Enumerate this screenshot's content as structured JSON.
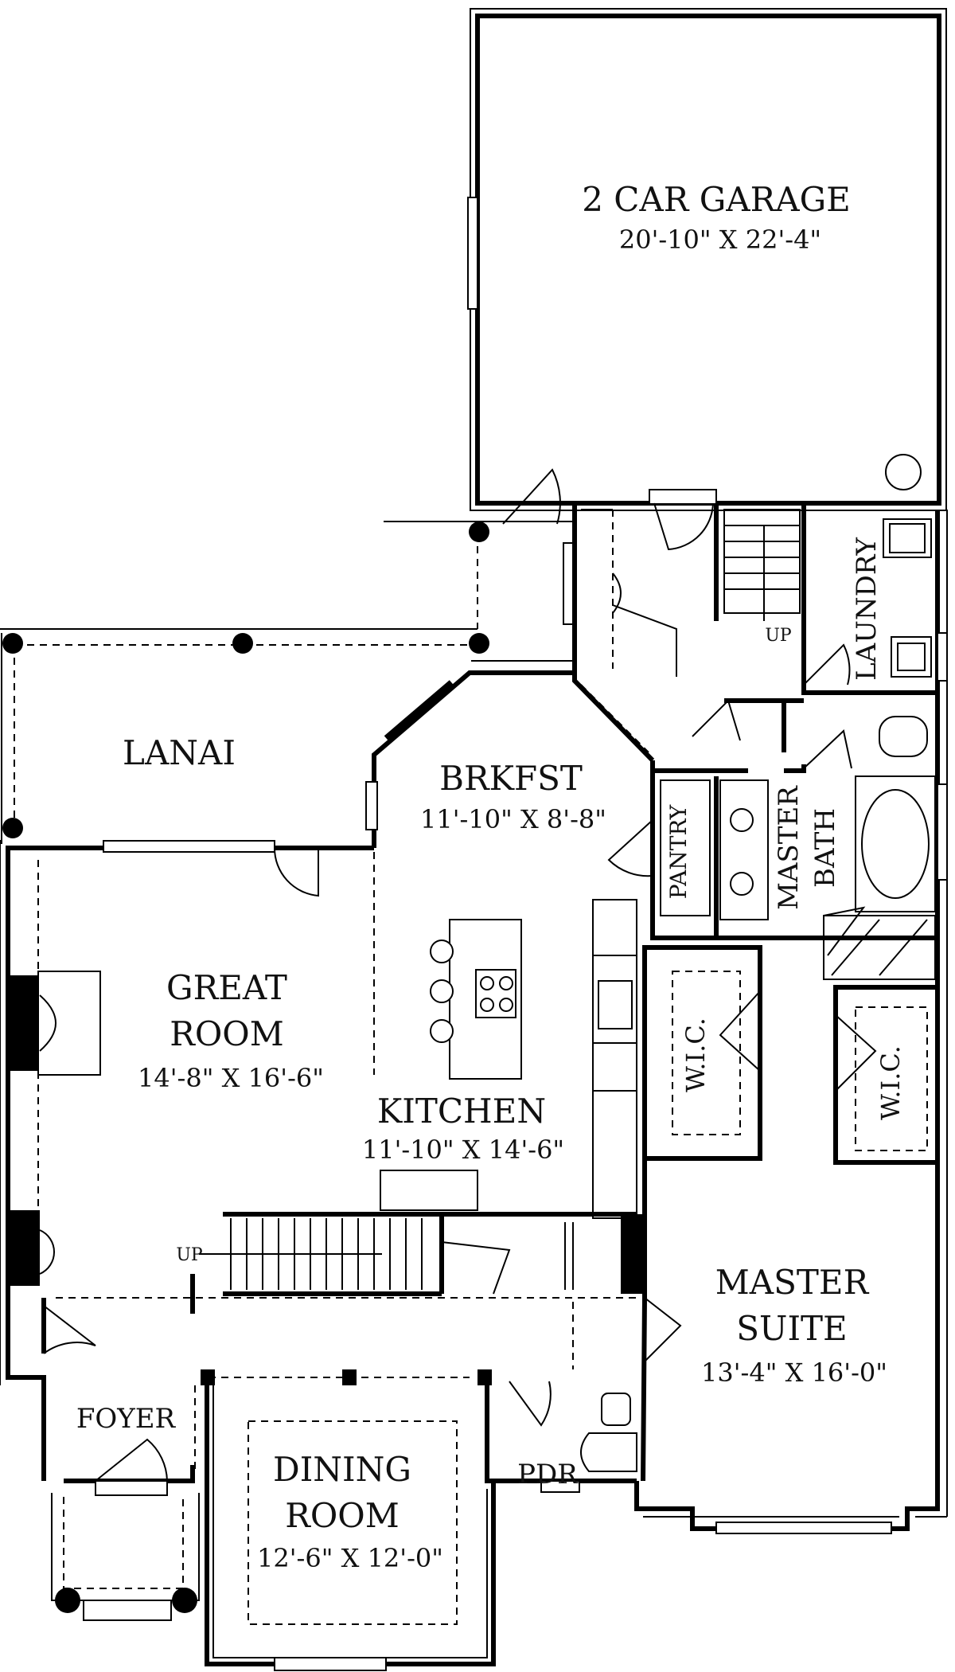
{
  "plan": {
    "rooms": {
      "garage": {
        "name": "2 CAR GARAGE",
        "dim": "20'-10\" X 22'-4\""
      },
      "lanai": {
        "name": "LANAI"
      },
      "brkfst": {
        "name": "BRKFST",
        "dim": "11'-10\" X 8'-8\""
      },
      "great_room": {
        "name_line1": "GREAT",
        "name_line2": "ROOM",
        "dim": "14'-8\" X 16'-6\""
      },
      "kitchen": {
        "name": "KITCHEN",
        "dim": "11'-10\" X 14'-6\""
      },
      "master_suite": {
        "name_line1": "MASTER",
        "name_line2": "SUITE",
        "dim": "13'-4\" X 16'-0\""
      },
      "master_bath": {
        "name_line1": "MASTER",
        "name_line2": "BATH"
      },
      "dining_room": {
        "name_line1": "DINING",
        "name_line2": "ROOM",
        "dim": "12'-6\" X 12'-0\""
      },
      "foyer": {
        "name": "FOYER"
      },
      "pdr": {
        "name": "PDR"
      },
      "pantry": {
        "name": "PANTRY"
      },
      "laundry": {
        "name": "LAUNDRY"
      },
      "wic_left": {
        "name": "W.I.C."
      },
      "wic_right": {
        "name": "W.I.C."
      }
    },
    "stairs": {
      "main_up": "UP",
      "rear_up": "UP"
    }
  }
}
